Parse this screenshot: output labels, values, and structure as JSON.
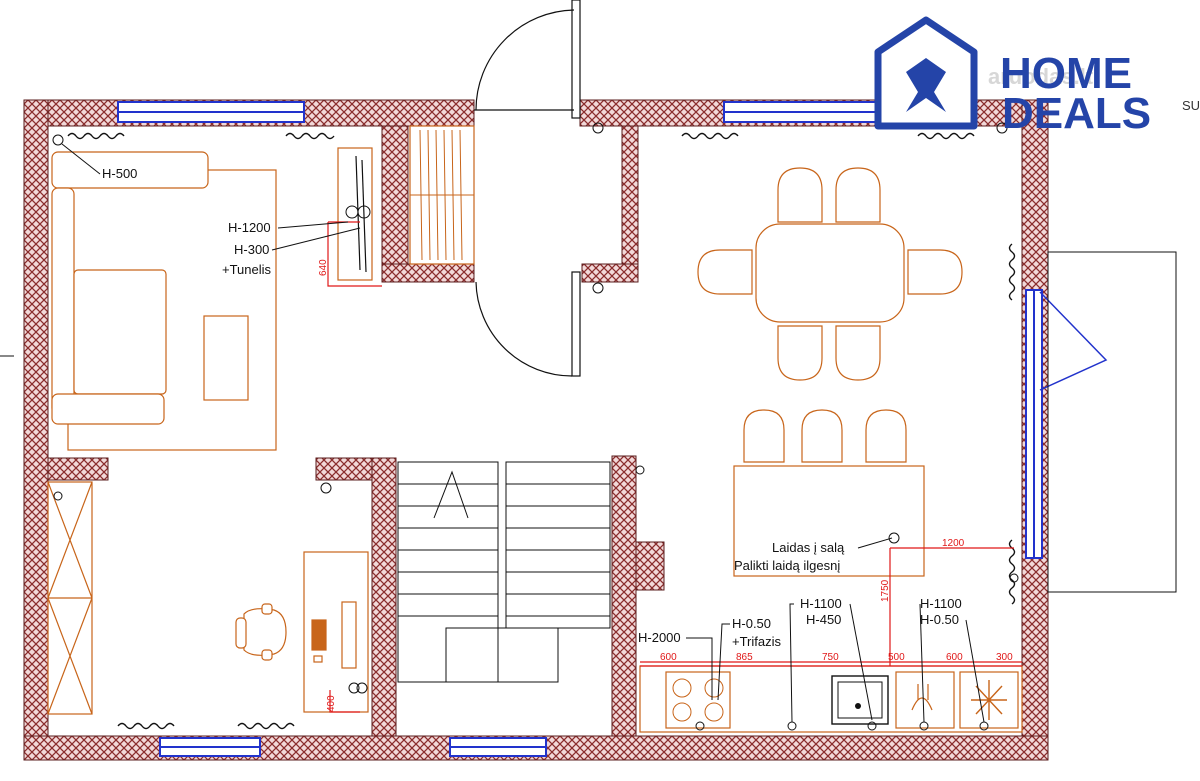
{
  "brand": {
    "line1": "HOME",
    "line2": "DEALS",
    "watermark": "aruodas.lt",
    "corner_text": "SU",
    "color": "#2444a8"
  },
  "labels": {
    "h500": "H-500",
    "h1200a": "H-1200",
    "h300": "H-300",
    "tunelis": "+Tunelis",
    "laidas": "Laidas į salą",
    "palikti": "Palikti laidą ilgesnį",
    "h2000": "H-2000",
    "h050a": "H-0.50",
    "trifazis": "+Trifazis",
    "h1100a": "H-1100",
    "h450": "H-450",
    "h1100b": "H-1100",
    "h050b": "H-0.50"
  },
  "dimensions": {
    "d640": "640",
    "d1200": "1200",
    "d1750": "1750",
    "d400": "400",
    "d600a": "600",
    "d865": "865",
    "d750": "750",
    "d500": "500",
    "d600b": "600",
    "d300": "300"
  },
  "colors": {
    "wall_fill": "#f2d9d9",
    "wall_hatch": "#8a2d2d",
    "furniture": "#c8651a",
    "window": "#2233cc",
    "electric": "#e01818",
    "line": "#111111"
  }
}
